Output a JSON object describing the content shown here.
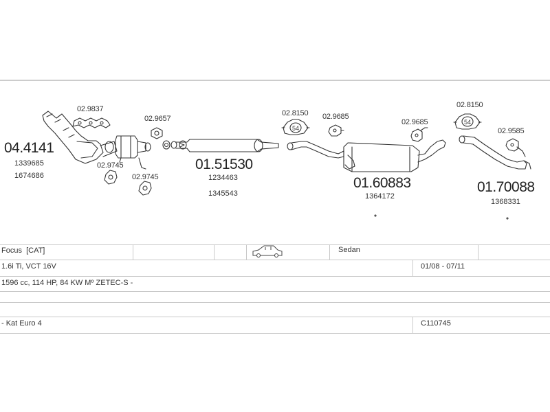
{
  "parts": [
    {
      "code": "04.4141",
      "oem": [
        "1339685",
        "1674686"
      ]
    },
    {
      "code": "02.9837"
    },
    {
      "code": "02.9745"
    },
    {
      "code": "02.9745"
    },
    {
      "code": "02.9657"
    },
    {
      "code": "01.51530",
      "oem": [
        "1234463",
        "1345543"
      ]
    },
    {
      "code": "02.8150"
    },
    {
      "code": "02.9685"
    },
    {
      "code": "01.60883",
      "oem": [
        "1364172"
      ]
    },
    {
      "code": "02.9685"
    },
    {
      "code": "02.8150"
    },
    {
      "code": "01.70088",
      "oem": [
        "1368331"
      ]
    },
    {
      "code": "02.9585"
    }
  ],
  "clamp_label": "54",
  "vehicle": {
    "model": "Focus  [CAT]",
    "body": "Sedan",
    "engine": "1.6i Ti, VCT 16V",
    "years": "01/08 - 07/11",
    "specs": "1596 cc, 114 HP, 84 KW Mº ZETEC-S -",
    "emission": "- Kat Euro 4",
    "catalog": "C110745",
    "body_icon": "sedan-car-icon"
  }
}
